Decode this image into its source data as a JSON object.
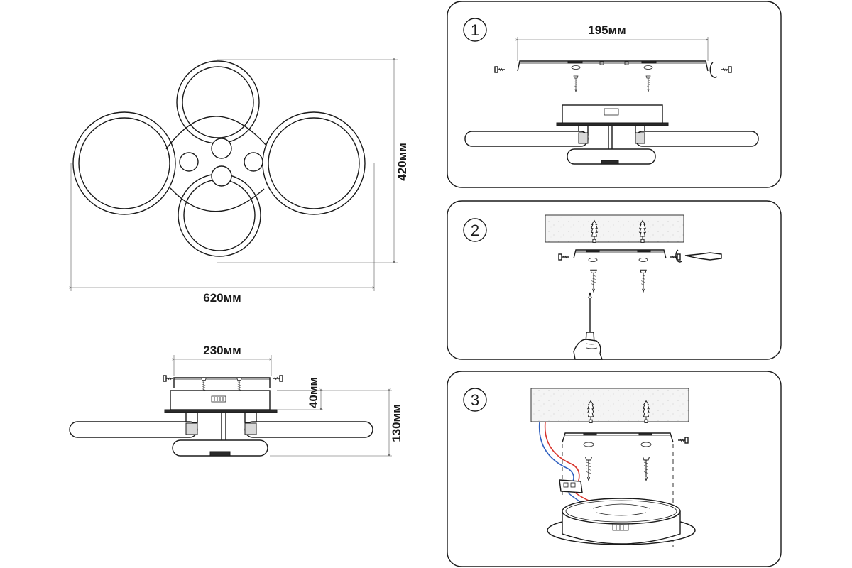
{
  "dimensions": {
    "width_top": "620мм",
    "height_top": "420мм",
    "base_width": "230мм",
    "base_height": "40мм",
    "total_height": "130мм",
    "bracket_width": "195мм"
  },
  "steps": [
    {
      "number": "1"
    },
    {
      "number": "2"
    },
    {
      "number": "3"
    }
  ],
  "colors": {
    "wire_red": "#d8342c",
    "wire_blue": "#2f5fbf"
  }
}
